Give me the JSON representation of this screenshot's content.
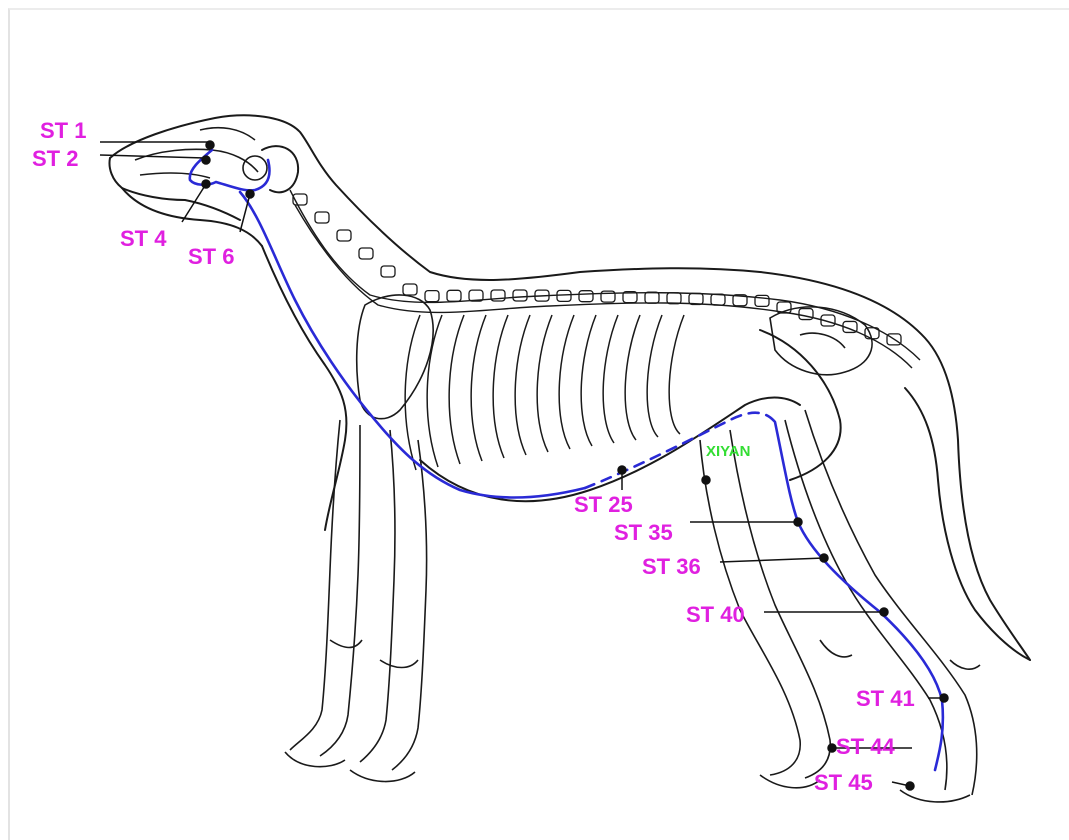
{
  "colors": {
    "outline": "#1a1a1a",
    "meridian": "#2a2ad6",
    "point_label": "#e020e0",
    "extra_label": "#33dd33",
    "acupoint": "#111111",
    "background": "#ffffff"
  },
  "meridian": {
    "name": ""
  },
  "points": [
    {
      "id": "st1",
      "label": "ST 1"
    },
    {
      "id": "st2",
      "label": "ST 2"
    },
    {
      "id": "st4",
      "label": "ST 4"
    },
    {
      "id": "st6",
      "label": "ST 6"
    },
    {
      "id": "st25",
      "label": "ST 25"
    },
    {
      "id": "st35",
      "label": "ST 35"
    },
    {
      "id": "st36",
      "label": "ST 36"
    },
    {
      "id": "st40",
      "label": "ST 40"
    },
    {
      "id": "st41",
      "label": "ST 41"
    },
    {
      "id": "st44",
      "label": "ST 44"
    },
    {
      "id": "st45",
      "label": "ST 45"
    }
  ],
  "extra_points": [
    {
      "id": "xiyan",
      "label": "XIYAN"
    }
  ]
}
